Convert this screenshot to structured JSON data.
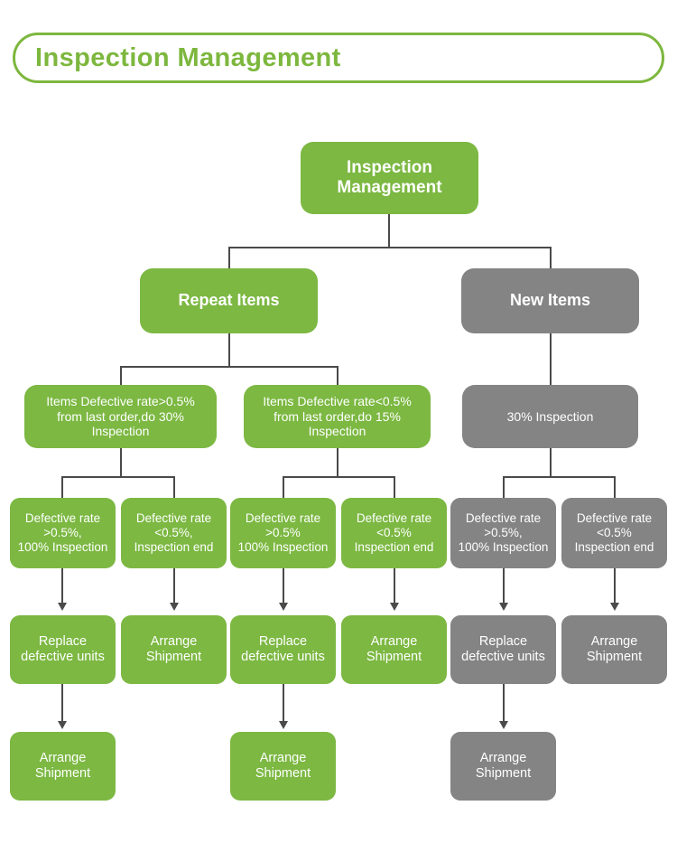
{
  "header": {
    "title": "Inspection Management",
    "accent_color": "#7DB73E"
  },
  "palette": {
    "green": "#7CB842",
    "gray": "#848484",
    "connector": "#4A4A4A",
    "text": "#FFFFFF"
  },
  "flow": {
    "root": {
      "label": "Inspection\nManagement",
      "color": "green"
    },
    "level2": [
      {
        "label": "Repeat Items",
        "color": "green"
      },
      {
        "label": "New Items",
        "color": "gray"
      }
    ],
    "level3": [
      {
        "label": "Items Defective rate>0.5%\nfrom last order,do 30%\nInspection",
        "color": "green"
      },
      {
        "label": "Items Defective rate<0.5%\nfrom last order,do 15%\nInspection",
        "color": "green"
      },
      {
        "label": "30% Inspection",
        "color": "gray"
      }
    ],
    "level4": [
      {
        "label": "Defective rate\n>0.5%,\n100% Inspection",
        "color": "green"
      },
      {
        "label": "Defective rate\n<0.5%,\nInspection end",
        "color": "green"
      },
      {
        "label": "Defective rate\n>0.5%\n100% Inspection",
        "color": "green"
      },
      {
        "label": "Defective rate\n<0.5%\nInspection end",
        "color": "green"
      },
      {
        "label": "Defective rate\n>0.5%,\n100% Inspection",
        "color": "gray"
      },
      {
        "label": "Defective rate\n<0.5%\nInspection end",
        "color": "gray"
      }
    ],
    "level5": [
      {
        "label": "Replace\ndefective units",
        "color": "green"
      },
      {
        "label": "Arrange\nShipment",
        "color": "green"
      },
      {
        "label": "Replace\ndefective units",
        "color": "green"
      },
      {
        "label": "Arrange\nShipment",
        "color": "green"
      },
      {
        "label": "Replace\ndefective units",
        "color": "gray"
      },
      {
        "label": "Arrange\nShipment",
        "color": "gray"
      }
    ],
    "level6": [
      {
        "label": "Arrange\nShipment",
        "color": "green"
      },
      {
        "label": "Arrange\nShipment",
        "color": "green"
      },
      {
        "label": "Arrange\nShipment",
        "color": "gray"
      }
    ]
  }
}
